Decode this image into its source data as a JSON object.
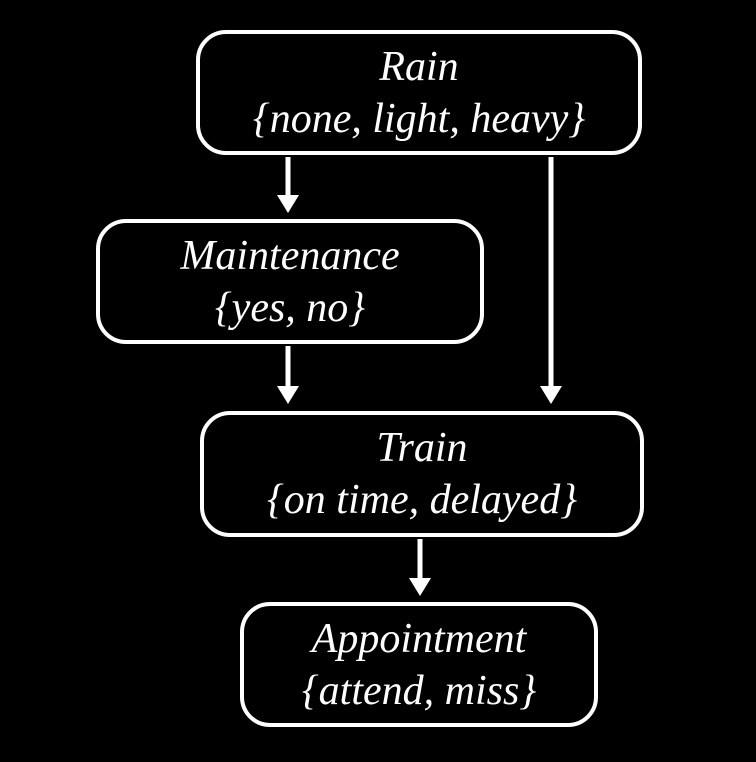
{
  "diagram": {
    "type": "bayesian-network",
    "background_color": "#000000",
    "node_border_color": "#ffffff",
    "node_fill_color": "#000000",
    "text_color": "#ffffff",
    "arrow_color": "#ffffff",
    "nodes": [
      {
        "id": "rain",
        "label": "Rain",
        "domain": "{none, light, heavy}"
      },
      {
        "id": "maintenance",
        "label": "Maintenance",
        "domain": "{yes, no}"
      },
      {
        "id": "train",
        "label": "Train",
        "domain": "{on time, delayed}"
      },
      {
        "id": "appointment",
        "label": "Appointment",
        "domain": "{attend, miss}"
      }
    ],
    "edges": [
      {
        "from": "rain",
        "to": "maintenance"
      },
      {
        "from": "rain",
        "to": "train"
      },
      {
        "from": "maintenance",
        "to": "train"
      },
      {
        "from": "train",
        "to": "appointment"
      }
    ]
  }
}
